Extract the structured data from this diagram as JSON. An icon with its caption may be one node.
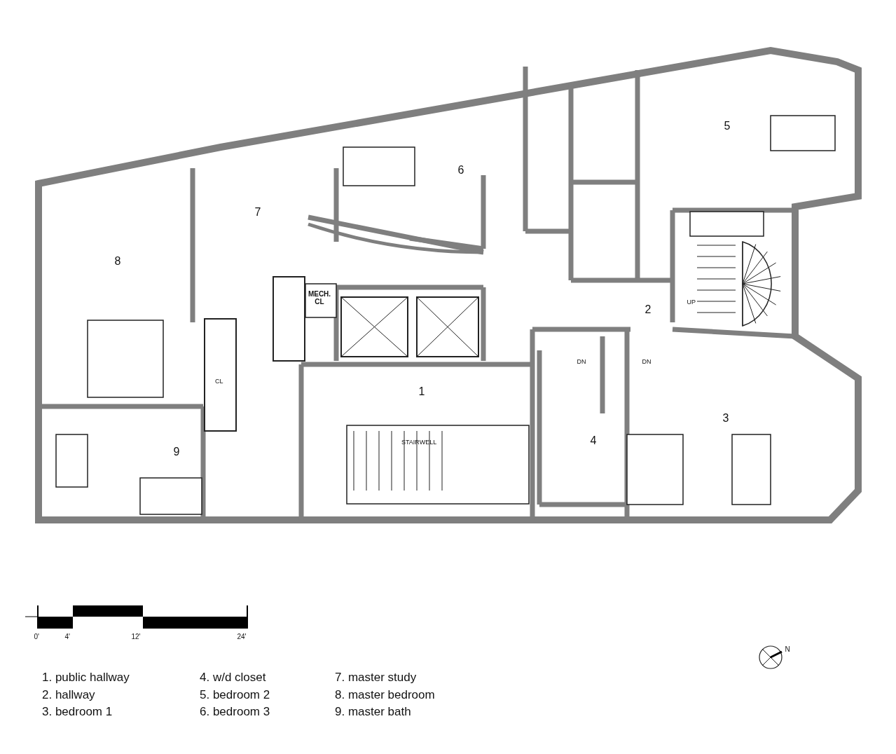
{
  "diagram": {
    "labels": [
      "5",
      "6",
      "7",
      "8",
      "MECH. CL",
      "UP",
      "2",
      "DN",
      "DN",
      "CL",
      "1",
      "3",
      "STAIRWELL",
      "4",
      "9",
      "0'",
      "4'",
      "12'",
      "24'",
      "N",
      "1. public hallway",
      "2. hallway",
      "3. bedroom 1",
      "4. w/d closet",
      "5. bedroom 2",
      "6. bedroom 3",
      "7. master study",
      "8. master bedroom",
      "9. master bath"
    ]
  }
}
